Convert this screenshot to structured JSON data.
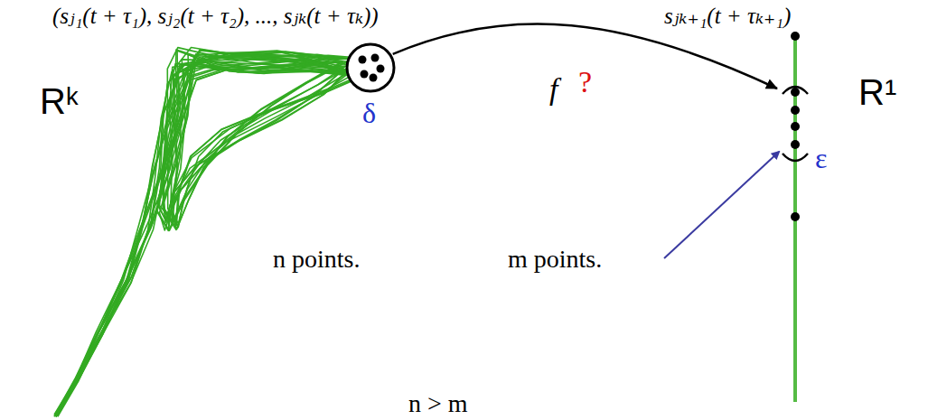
{
  "diagram": {
    "nodes": [
      {
        "text": [
          "δ"
        ]
      },
      {
        "text": [
          "ε"
        ]
      }
    ],
    "edges": [
      {
        "from": 0,
        "to": 1,
        "arrow": "to",
        "label": "f"
      }
    ],
    "labels": [
      "(sⱼ₁(t + τ₁), sⱼ₂(t + τ₂), ..., sⱼₖ(t + τₖ))",
      "sⱼₖ₊₁(t + τₖ₊₁)",
      "Rᵏ",
      "R¹",
      "?",
      "n points.",
      "m points.",
      "n > m"
    ]
  }
}
